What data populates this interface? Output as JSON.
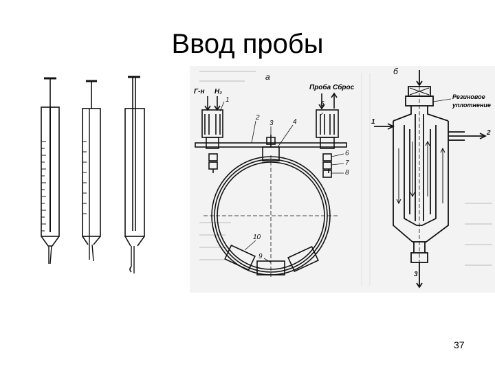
{
  "slide": {
    "title": "Ввод пробы",
    "page_number": "37"
  },
  "figure_a": {
    "panel_label": "а",
    "gas_labels": [
      "Г-н",
      "H₂"
    ],
    "inlet_labels": [
      "Проба",
      "Сброс"
    ],
    "part_numbers": [
      "1",
      "2",
      "3",
      "4",
      "5",
      "6",
      "7",
      "8",
      "9",
      "10"
    ]
  },
  "figure_b": {
    "panel_label": "б",
    "seal_label_line1": "Резиновое",
    "seal_label_line2": "уплотнение",
    "flow_numbers": [
      "1",
      "2",
      "3"
    ]
  },
  "colors": {
    "ink": "#111111",
    "scan_background": "#f3f3f3",
    "faint_text": "#c9c9c9"
  }
}
